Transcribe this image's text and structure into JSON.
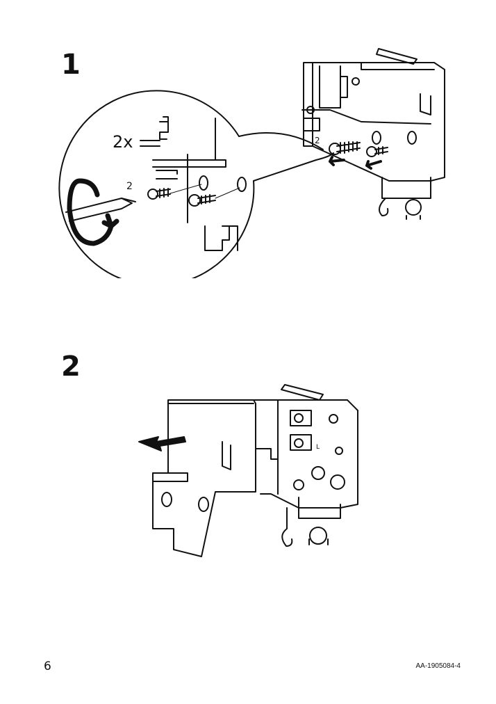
{
  "steps": [
    {
      "number": "1",
      "qty_label": "2x",
      "part_label": "2"
    },
    {
      "number": "2",
      "terminal_label": "L"
    }
  ],
  "footer": {
    "page_number": "6",
    "doc_code": "AA-1905084-4"
  },
  "icons": {
    "step1": [
      "screw-icon",
      "screwdriver-icon",
      "rotate-arrow-icon",
      "direction-arrow-icon"
    ],
    "step2": [
      "pull-arrow-icon"
    ]
  }
}
